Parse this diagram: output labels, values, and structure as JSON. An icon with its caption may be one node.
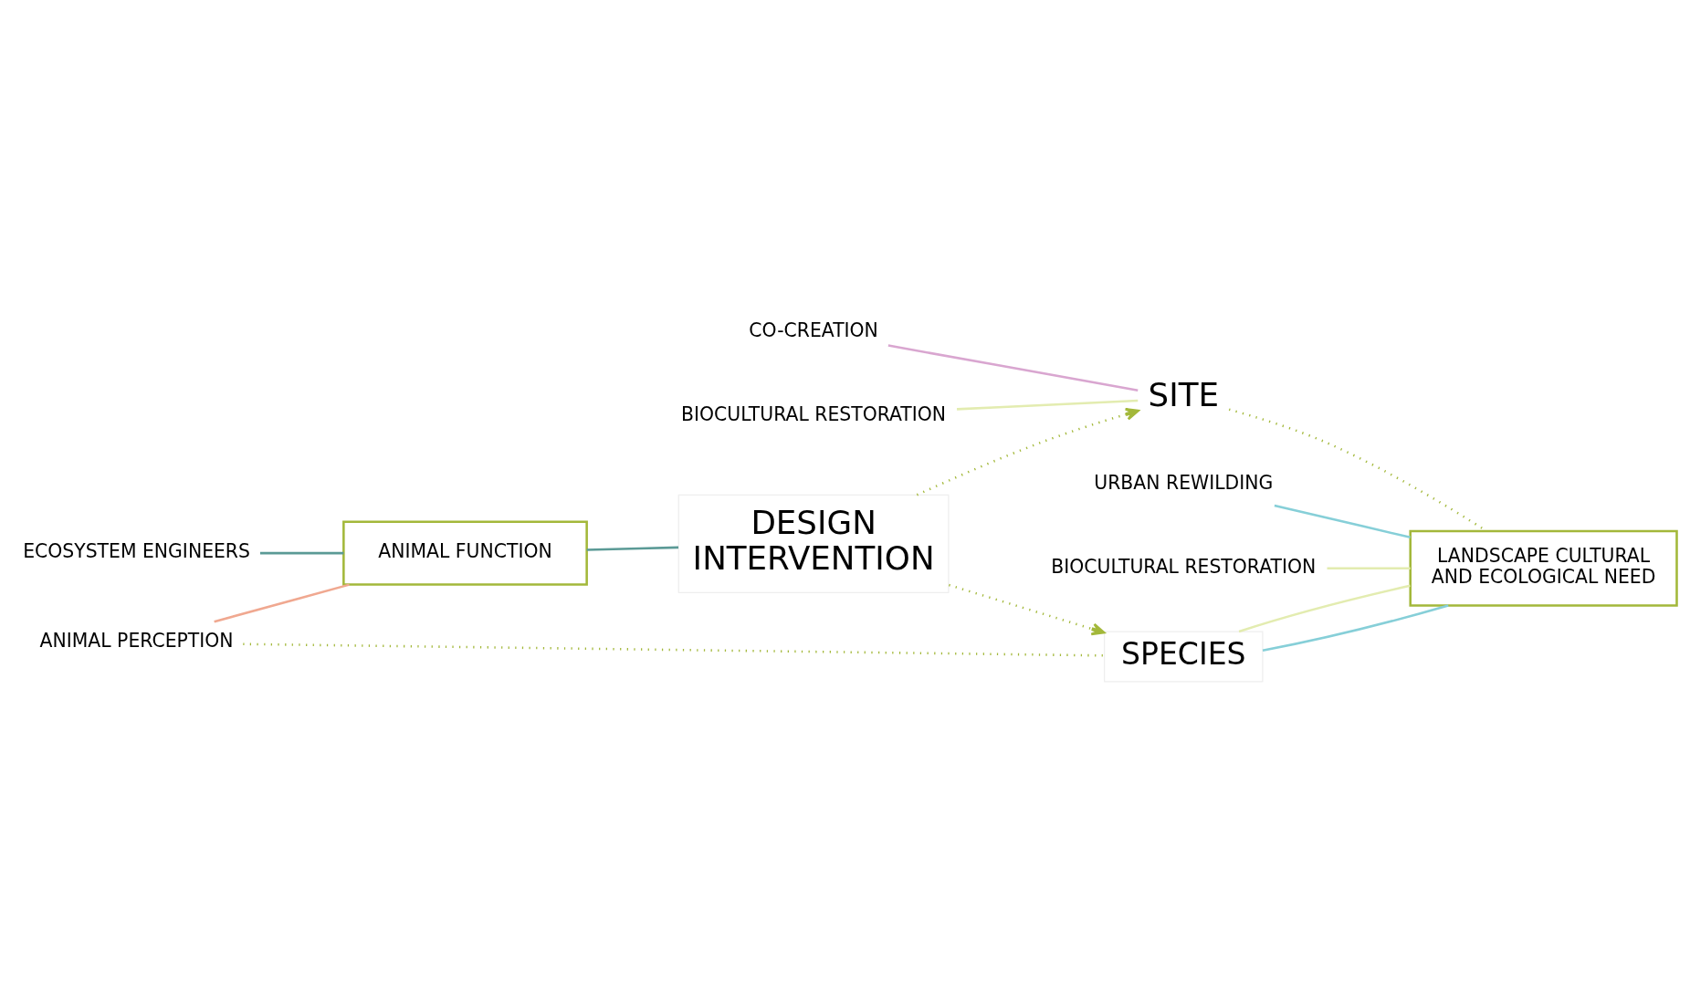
{
  "diagram": {
    "nodes": [
      {
        "text": [
          "ANIMAL FUNCTION"
        ]
      },
      {
        "text": [
          "ECOSYSTEM ENGINEERS"
        ]
      },
      {
        "text": [
          "ANIMAL PERCEPTION"
        ]
      },
      {
        "text": [
          "SPECIES"
        ]
      },
      {
        "text": [
          "DESIGN INTERVENTION"
        ]
      },
      {
        "text": [
          "CO-CREATION"
        ]
      },
      {
        "text": [
          "BIOCULTURAL RESTORATION"
        ]
      },
      {
        "text": [
          "LANDSCAPE CULTURAL AND ECOLOGICAL NEED"
        ]
      },
      {
        "text": [
          "SITE"
        ]
      },
      {
        "text": [
          "URBAN REWILDING"
        ]
      },
      {
        "text": [
          "BIOCULTURAL RESTORATION"
        ]
      }
    ],
    "edges": [
      {
        "from": 1,
        "to": 0,
        "arrow": "none",
        "color": "#5b9a96"
      },
      {
        "from": 0,
        "to": 4,
        "arrow": "none",
        "color": "#5b9a96"
      },
      {
        "from": 2,
        "to": 0,
        "arrow": "none",
        "color": "#f0a890"
      },
      {
        "from": 2,
        "to": 3,
        "arrow": "none",
        "style": "dashed",
        "color": "#a3b83a"
      },
      {
        "from": 4,
        "to": 3,
        "arrow": "to",
        "style": "dashed",
        "color": "#a3b83a"
      },
      {
        "from": 4,
        "to": 8,
        "arrow": "to",
        "style": "dashed",
        "color": "#a3b83a"
      },
      {
        "from": 5,
        "to": 8,
        "arrow": "none",
        "color": "#d9a6d0"
      },
      {
        "from": 6,
        "to": 8,
        "arrow": "none",
        "color": "#e3ecb0"
      },
      {
        "from": 8,
        "to": 7,
        "arrow": "none",
        "style": "dashed",
        "color": "#a3b83a"
      },
      {
        "from": 3,
        "to": 7,
        "arrow": "none",
        "color": "#86cfd8"
      },
      {
        "from": 3,
        "to": 7,
        "arrow": "none",
        "color": "#e3ecb0"
      },
      {
        "from": 9,
        "to": 7,
        "arrow": "none",
        "color": "#86cfd8"
      },
      {
        "from": 10,
        "to": 7,
        "arrow": "none",
        "color": "#e3ecb0"
      }
    ]
  }
}
